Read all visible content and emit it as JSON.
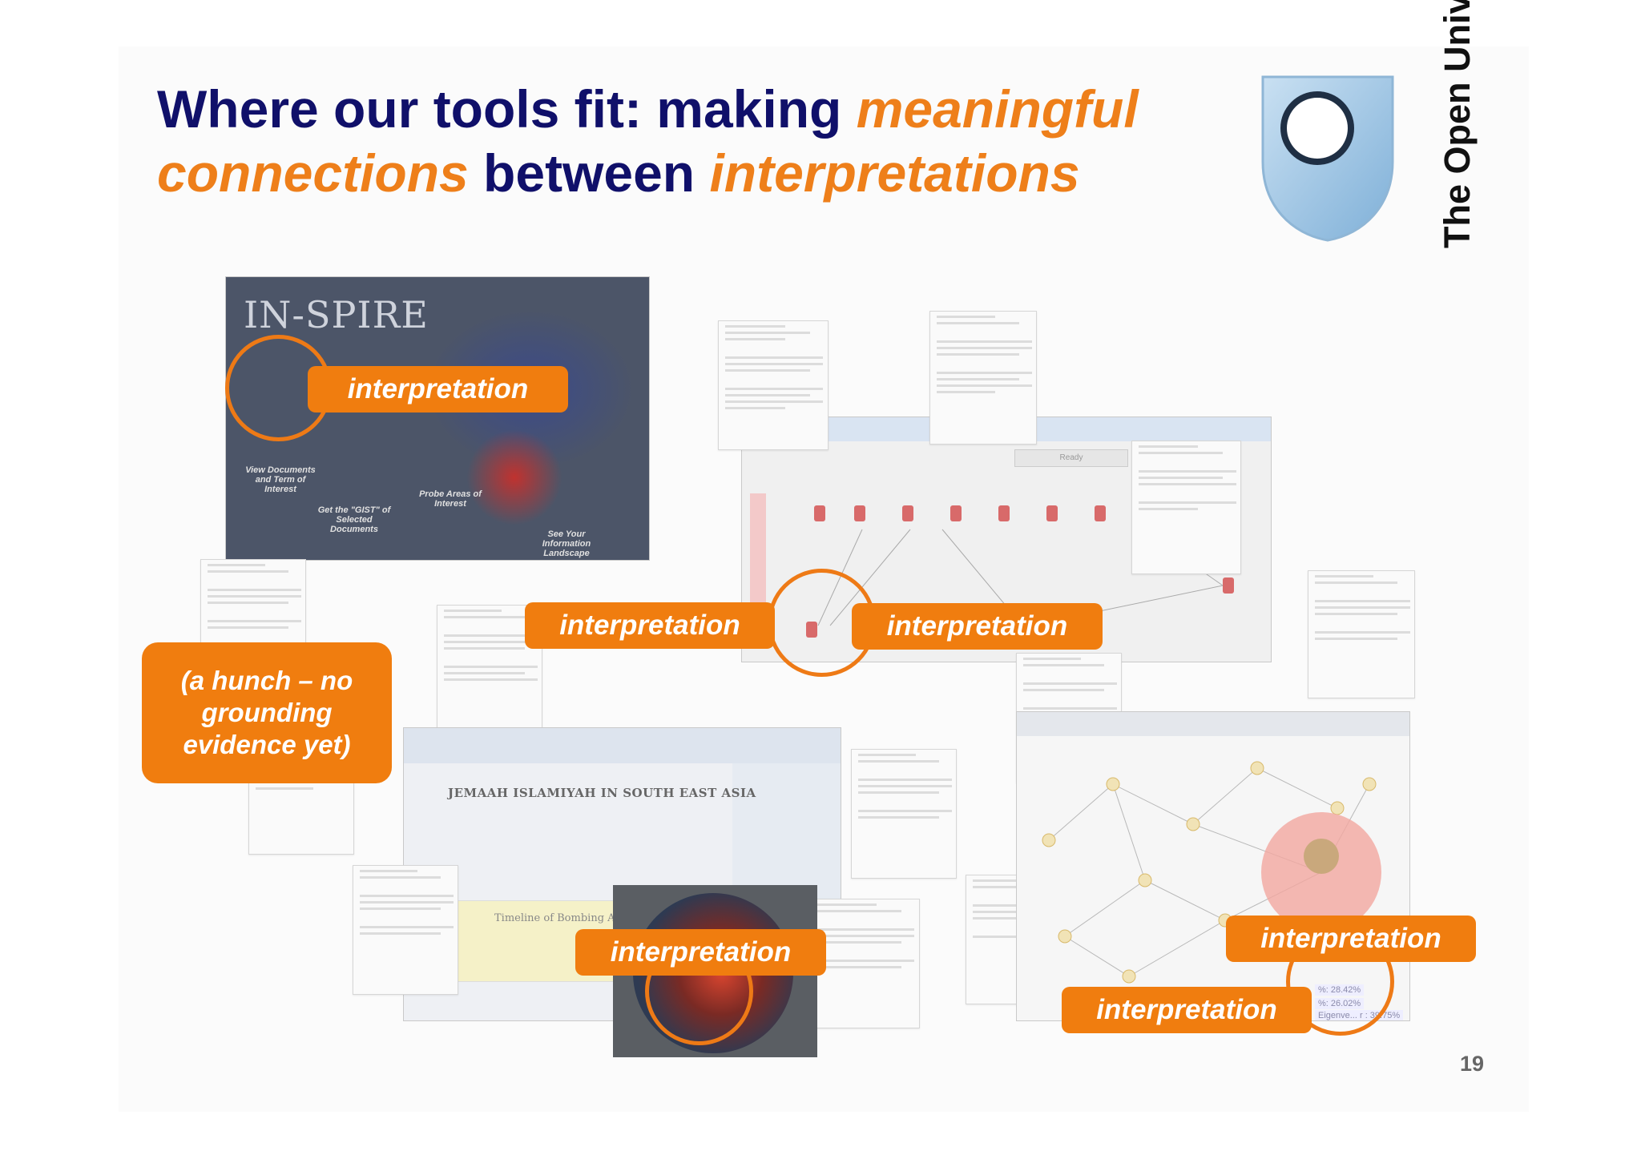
{
  "slide": {
    "title": {
      "part1": "Where our tools fit: making ",
      "part2": "meaningful connections",
      "part3": " between ",
      "part4": "interpretations"
    },
    "logo": {
      "text": "The Open University"
    },
    "page_number": "19"
  },
  "labels": {
    "interpretation": "interpretation",
    "hunch": "(a hunch – no grounding evidence yet)"
  },
  "screenshots": {
    "inspire": {
      "title": "IN-SPIRE",
      "captions": [
        "View Documents and Term of Interest",
        "Get the \"GIST\" of Selected Documents",
        "Probe Areas of Interest",
        "See Your Information Landscape"
      ]
    },
    "jemaah": {
      "heading": "JEMAAH ISLAMIYAH IN SOUTH EAST ASIA",
      "timeline": "Timeline of Bombing Attacks"
    },
    "graph": {
      "status": "Ready"
    },
    "network": {
      "stats": [
        "%: 28.42%",
        "%: 26.02%",
        "Eigenve... r : 39.75%"
      ]
    }
  },
  "colors": {
    "title_blue": "#10106a",
    "accent_orange": "#ee7f1a"
  }
}
